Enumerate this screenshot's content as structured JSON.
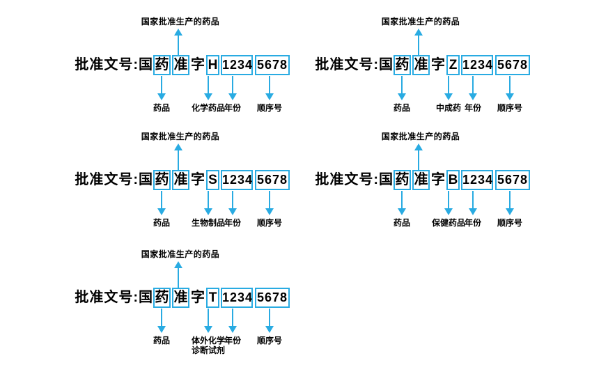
{
  "page": {
    "background": "#ffffff",
    "accent_color": "#29ABE2",
    "text_color": "#000000"
  },
  "diagrams": [
    {
      "code_letter": "H",
      "top_label": "国家批准生产的药品",
      "prefix": "批准文号:国",
      "char_yao": "药",
      "char_zhun": "准",
      "char_zi": "字",
      "letter": "H",
      "digits_year": "1234",
      "digits_serial": "5678",
      "bottom_labels": [
        "药品",
        "化学药品",
        "年份",
        "顺序号"
      ]
    },
    {
      "code_letter": "Z",
      "top_label": "国家批准生产的药品",
      "prefix": "批准文号:国",
      "char_yao": "药",
      "char_zhun": "准",
      "char_zi": "字",
      "letter": "Z",
      "digits_year": "1234",
      "digits_serial": "5678",
      "bottom_labels": [
        "药品",
        "中成药",
        "年份",
        "顺序号"
      ]
    },
    {
      "code_letter": "S",
      "top_label": "国家批准生产的药品",
      "prefix": "批准文号:国",
      "char_yao": "药",
      "char_zhun": "准",
      "char_zi": "字",
      "letter": "S",
      "digits_year": "1234",
      "digits_serial": "5678",
      "bottom_labels": [
        "药品",
        "生物制品",
        "年份",
        "顺序号"
      ]
    },
    {
      "code_letter": "B",
      "top_label": "国家批准生产的药品",
      "prefix": "批准文号:国",
      "char_yao": "药",
      "char_zhun": "准",
      "char_zi": "字",
      "letter": "B",
      "digits_year": "1234",
      "digits_serial": "5678",
      "bottom_labels": [
        "药品",
        "保健药品",
        "年份",
        "顺序号"
      ]
    },
    {
      "code_letter": "T",
      "top_label": "国家批准生产的药品",
      "prefix": "批准文号:国",
      "char_yao": "药",
      "char_zhun": "准",
      "char_zi": "字",
      "letter": "T",
      "digits_year": "1234",
      "digits_serial": "5678",
      "bottom_labels": [
        "药品",
        "体外化学\n诊断试剂",
        "年份",
        "顺序号"
      ]
    }
  ]
}
